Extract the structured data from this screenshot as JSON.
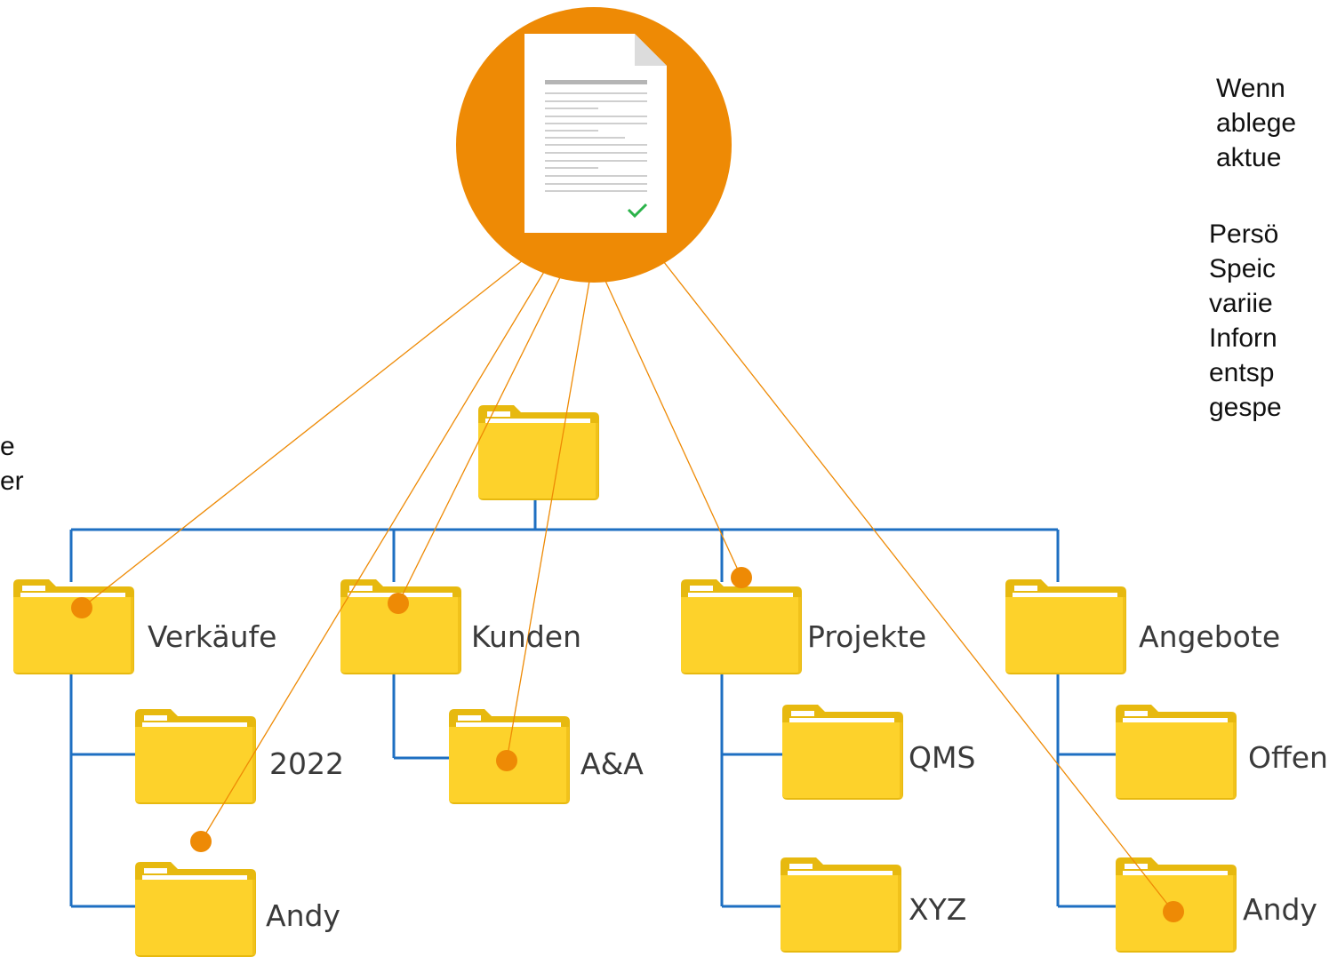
{
  "text": {
    "left_fragment": "e\ner",
    "right_para1": "Wenn\nablege\naktue",
    "right_para2": "Persö\nSpeic\nvariie\nInforn\nentsp\ngespe"
  },
  "folders": {
    "verkaeufe": "Verkäufe",
    "kunden": "Kunden",
    "projekte": "Projekte",
    "angebote": "Angebote",
    "sub_2022": "2022",
    "sub_andy_left": "Andy",
    "sub_aa": "A&A",
    "sub_qms": "QMS",
    "sub_xyz": "XYZ",
    "sub_offen": "Offen",
    "sub_andy_right": "Andy"
  },
  "colors": {
    "accent_orange": "#EE8A05",
    "tree_blue": "#1E6FC2",
    "folder_yellow": "#FDD22B",
    "folder_back": "#E7B90F",
    "check_green": "#2BB34A"
  },
  "icons": {
    "document": "document-icon",
    "folder": "folder-icon",
    "checkmark": "checkmark-icon"
  }
}
